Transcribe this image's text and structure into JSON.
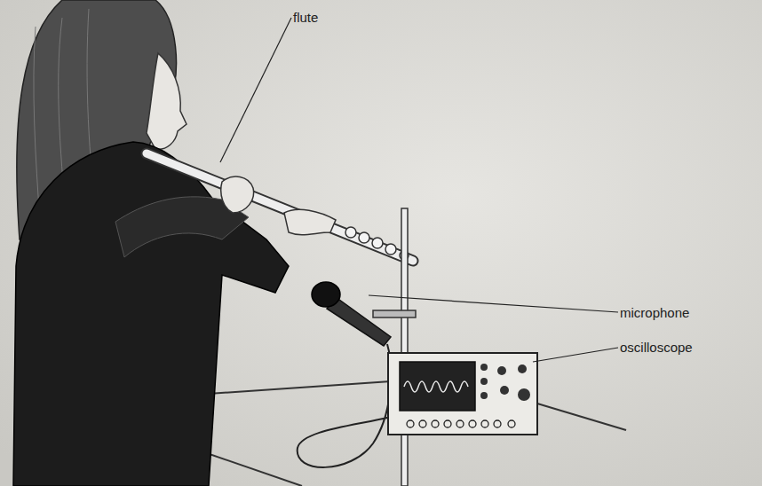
{
  "diagram": {
    "labels": [
      "flute",
      "microphone",
      "oscilloscope"
    ]
  }
}
